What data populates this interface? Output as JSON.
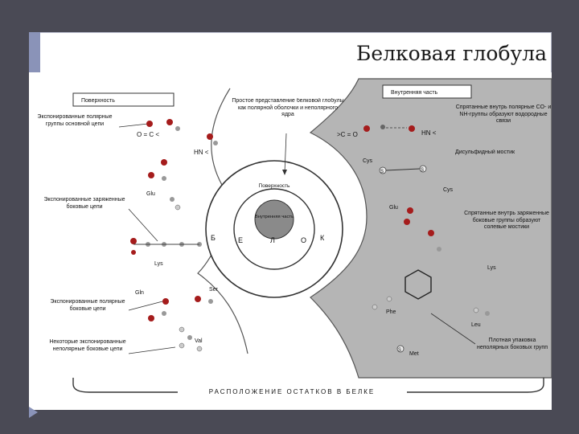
{
  "slide": {
    "title": "Белковая глобула"
  },
  "figure": {
    "surface_box": "Поверхность",
    "inner_box": "Внутренняя часть",
    "exposed_polar_backbone": "Экспонированные полярные группы основной цепи",
    "backbone_co": "O = C <",
    "backbone_nh": "HN <",
    "simple_representation": "Простое представление белковой глобулы как полярной оболочки и неполярного ядра",
    "exposed_charged": "Экспонированные заряженные боковые цепи",
    "exposed_polar_side": "Экспонированные полярные боковые цепи",
    "some_nonpolar": "Некоторые экспонированные неполярные боковые цепи",
    "hidden_hbonds": "Спрятанные внутрь полярные CO- и NH-группы образуют водородные связи",
    "disulfide_bridge": "Дисульфидный мостик",
    "hidden_salt_bridges": "Спрятанные внутрь заряженные боковые группы образуют солевые мостики",
    "dense_packing": "Плотная упаковка неполярных боковых групп",
    "circle_surface": "Поверхность",
    "circle_inner": "Внутренняя часть",
    "belok_letters": [
      "Б",
      "Е",
      "Л",
      "О",
      "К"
    ],
    "bottom_caption": "РАСПОЛОЖЕНИЕ ОСТАТКОВ В БЕЛКЕ",
    "inner_co": ">C = O",
    "inner_nh": "HN <",
    "residues": {
      "glu_left": "Glu",
      "lys_left": "Lys",
      "gln": "Gln",
      "ser": "Ser",
      "val": "Val",
      "cys_top": "Cys",
      "cys_bottom": "Cys",
      "glu_right": "Glu",
      "lys_right": "Lys",
      "phe": "Phe",
      "leu": "Leu",
      "met": "Met"
    },
    "atom_s1": "S",
    "atom_s2": "S",
    "atom_s3": "S"
  }
}
